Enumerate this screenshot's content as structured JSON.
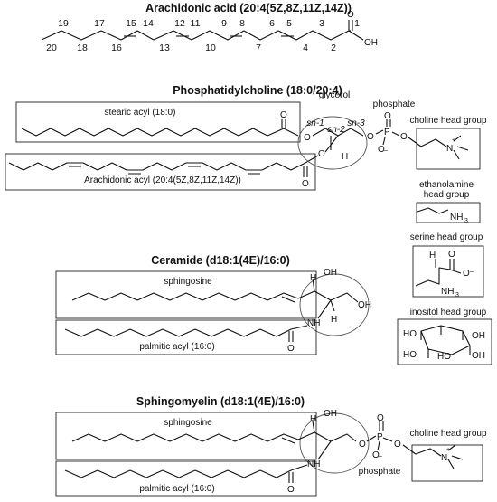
{
  "arachidonic": {
    "title": "Arachidonic acid (20:4(5Z,8Z,11Z,14Z))",
    "numbers": [
      "20",
      "19",
      "18",
      "17",
      "16",
      "15",
      "14",
      "13",
      "12",
      "11",
      "10",
      "9",
      "8",
      "7",
      "6",
      "5",
      "4",
      "3",
      "2",
      "1"
    ],
    "atoms": {
      "o": "O",
      "oh": "OH"
    }
  },
  "pc": {
    "title": "Phosphatidylcholine (18:0/20:4)",
    "glycerol": "glycerol",
    "phosphate": "phosphate",
    "sn1": "sn-1",
    "sn2": "sn-2",
    "sn3": "sn-3",
    "stearic": "stearic acyl (18:0)",
    "arachidonic_acyl": "Arachidonic acyl (20:4(5Z,8Z,11Z,14Z))",
    "choline": "choline head group",
    "atoms": {
      "o": "O",
      "p": "P",
      "h": "H",
      "n": "N",
      "plus": "+",
      "minus": "–"
    }
  },
  "headgroups": {
    "ethanolamine": [
      "ethanolamine",
      "head group"
    ],
    "serine": "serine head group",
    "inositol": "inositol head group",
    "atoms": {
      "nh3": "NH",
      "three": "3",
      "o": "O",
      "h": "H",
      "oh": "HO",
      "oh2": "OH",
      "minus": "–",
      "plus": "+"
    }
  },
  "ceramide": {
    "title": "Ceramide (d18:1(4E)/16:0)",
    "sphingosine": "sphingosine",
    "palmitic": "palmitic acyl (16:0)",
    "atoms": {
      "oh": "OH",
      "nh": "NH",
      "h": "H",
      "o": "O"
    }
  },
  "sphingomyelin": {
    "title": "Sphingomyelin (d18:1(4E)/16:0)",
    "sphingosine": "sphingosine",
    "palmitic": "palmitic acyl (16:0)",
    "phosphate": "phosphate",
    "choline": "choline head group",
    "atoms": {
      "oh": "OH",
      "nh": "NH",
      "h": "H",
      "o": "O",
      "p": "P",
      "n": "N",
      "plus": "+",
      "minus": "–"
    }
  }
}
